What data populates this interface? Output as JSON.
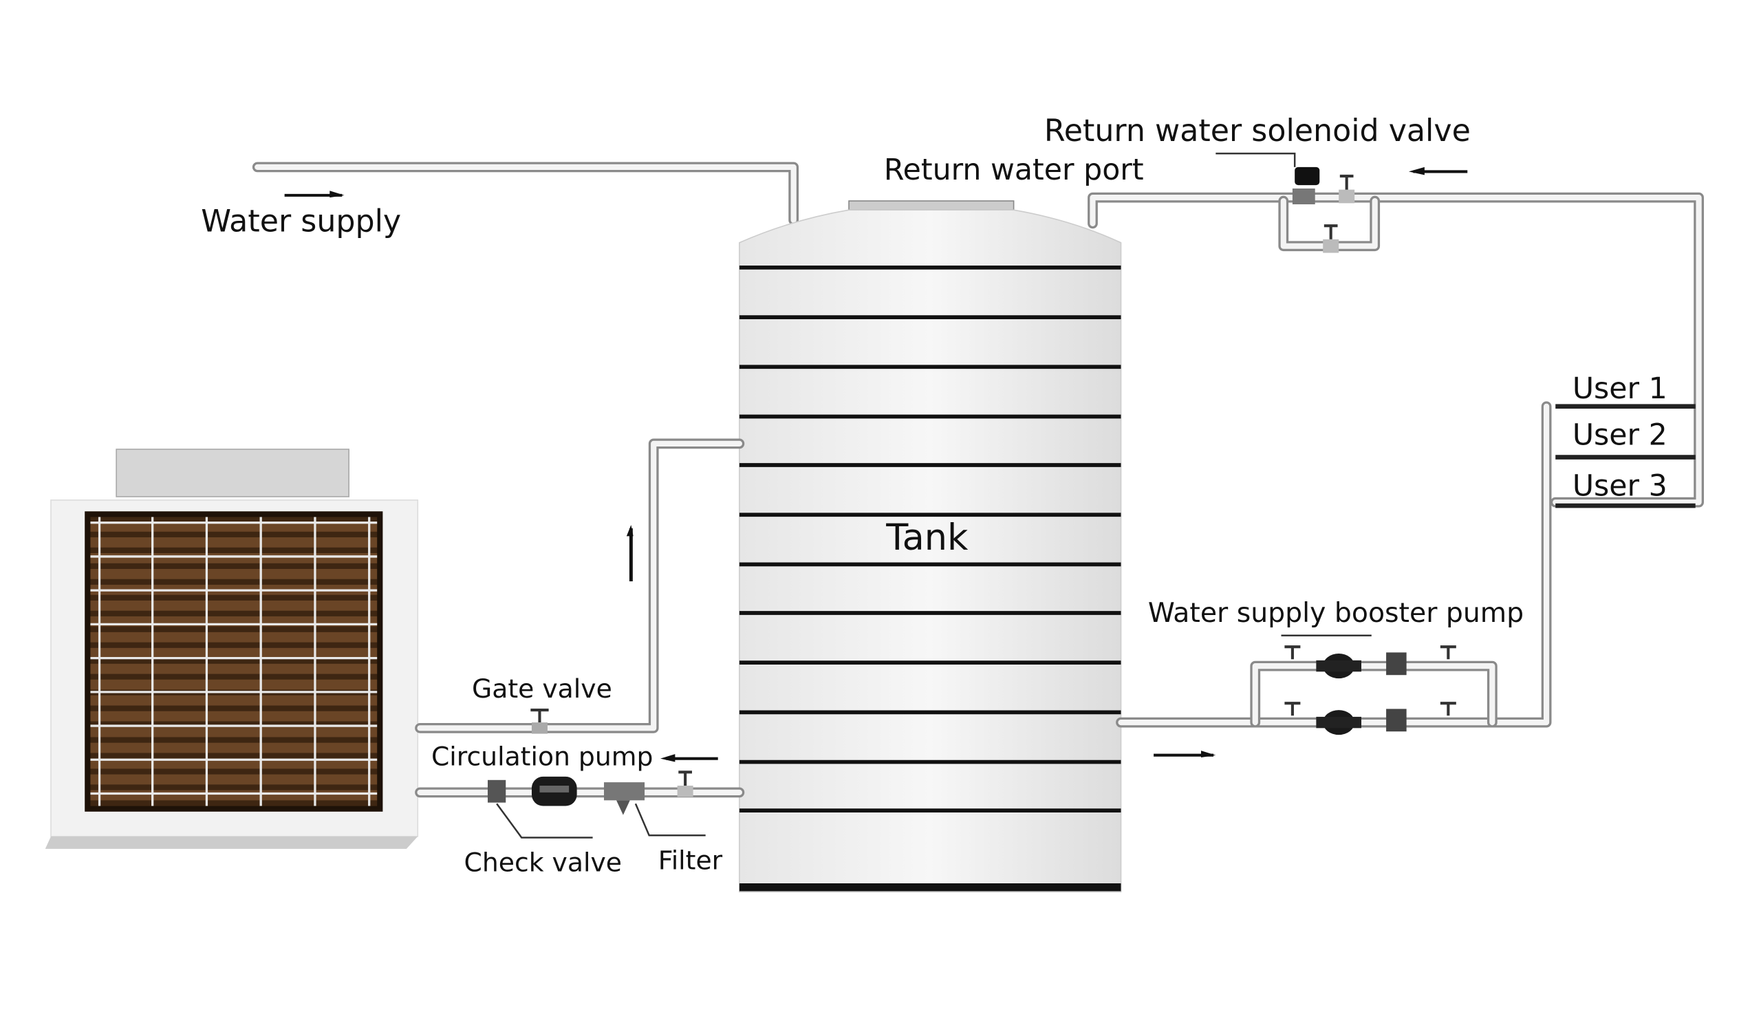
{
  "labels": {
    "water_supply": "Water supply",
    "return_water_port": "Return water port",
    "return_water_solenoid_valve": "Return water solenoid valve",
    "tank": "Tank",
    "gate_valve": "Gate valve",
    "circulation_pump": "Circulation pump",
    "check_valve": "Check valve",
    "filter": "Filter",
    "water_supply_booster_pump": "Water supply booster pump",
    "users": [
      "User 1",
      "User 2",
      "User 3"
    ]
  },
  "colors": {
    "coil": "#5e3d22",
    "pipe": "#8a8a8a",
    "tank_band": "#111111"
  }
}
